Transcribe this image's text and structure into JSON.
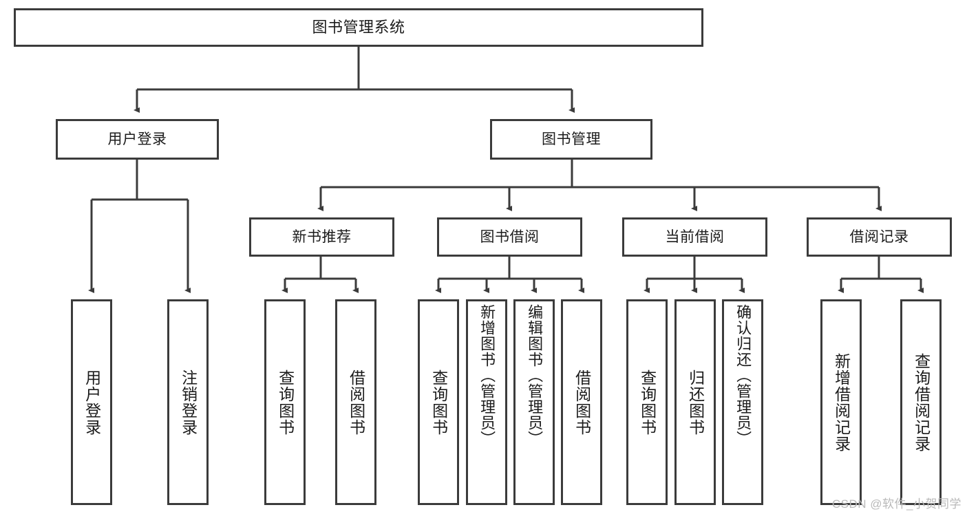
{
  "diagram": {
    "title": "图书管理系统",
    "type": "tree",
    "root": {
      "label": "图书管理系统"
    },
    "level1": [
      {
        "id": "user-login",
        "label": "用户登录"
      },
      {
        "id": "book-management",
        "label": "图书管理"
      }
    ],
    "level2": [
      {
        "id": "new-book-recommend",
        "label": "新书推荐",
        "parent": "book-management"
      },
      {
        "id": "book-borrow",
        "label": "图书借阅",
        "parent": "book-management"
      },
      {
        "id": "current-borrow",
        "label": "当前借阅",
        "parent": "book-management"
      },
      {
        "id": "borrow-record",
        "label": "借阅记录",
        "parent": "book-management"
      }
    ],
    "leaves": {
      "user-login": [
        {
          "id": "leaf-user-login",
          "label": "用户登录"
        },
        {
          "id": "leaf-logout-login",
          "label": "注销登录"
        }
      ],
      "new-book-recommend": [
        {
          "id": "leaf-query-book-1",
          "label": "查询图书"
        },
        {
          "id": "leaf-borrow-book-1",
          "label": "借阅图书"
        }
      ],
      "book-borrow": [
        {
          "id": "leaf-query-book-2",
          "label": "查询图书"
        },
        {
          "id": "leaf-add-book",
          "label": "新增图书（管理员）"
        },
        {
          "id": "leaf-edit-book",
          "label": "编辑图书（管理员）"
        },
        {
          "id": "leaf-borrow-book-2",
          "label": "借阅图书"
        }
      ],
      "current-borrow": [
        {
          "id": "leaf-query-book-3",
          "label": "查询图书"
        },
        {
          "id": "leaf-return-book",
          "label": "归还图书"
        },
        {
          "id": "leaf-confirm-return",
          "label": "确认归还（管理员）"
        }
      ],
      "borrow-record": [
        {
          "id": "leaf-add-record",
          "label": "新增借阅记录"
        },
        {
          "id": "leaf-query-record",
          "label": "查询借阅记录"
        }
      ]
    }
  },
  "watermark": {
    "text": "CSDN @软件_小贺同学"
  },
  "colors": {
    "stroke": "#3b3b3b",
    "text": "#1b1b1b",
    "background": "#ffffff",
    "watermark": "#b9b9b9"
  }
}
